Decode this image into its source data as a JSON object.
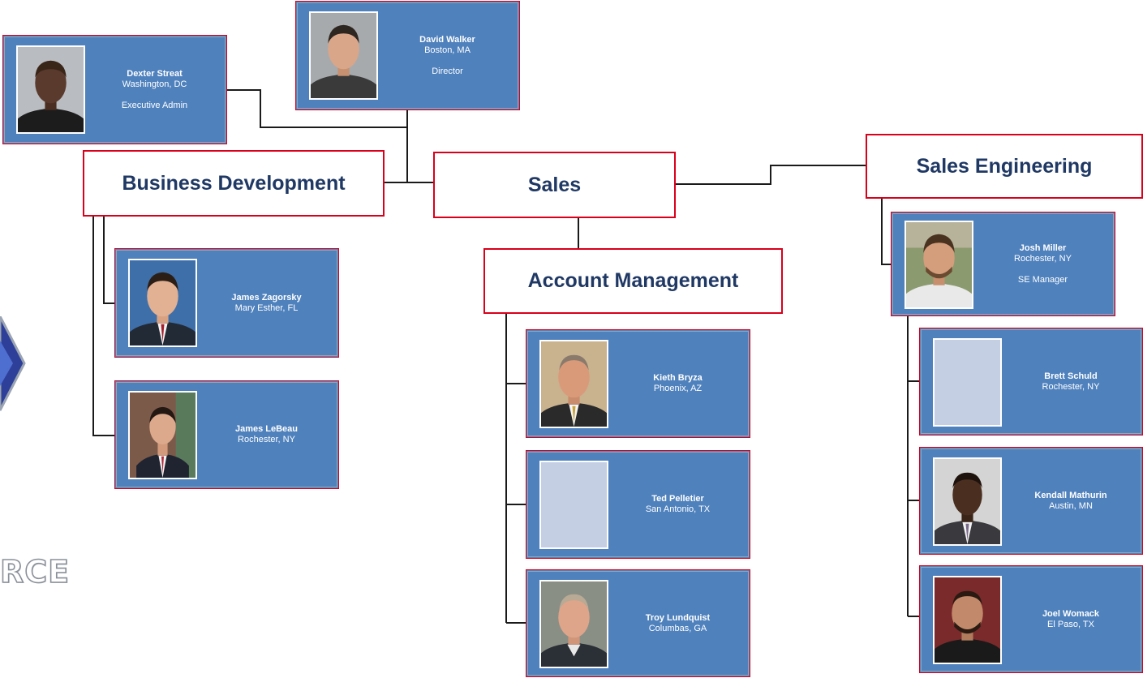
{
  "departments": {
    "sales": "Sales",
    "business_development": "Business Development",
    "sales_engineering": "Sales Engineering",
    "account_management": "Account Management"
  },
  "people": {
    "david_walker": {
      "name": "David Walker",
      "location": "Boston, MA",
      "title": "Director"
    },
    "dexter_streat": {
      "name": "Dexter Streat",
      "location": "Washington, DC",
      "title": "Executive Admin"
    },
    "james_zagorsky": {
      "name": "James Zagorsky",
      "location": "Mary Esther, FL"
    },
    "james_lebeau": {
      "name": "James LeBeau",
      "location": "Rochester, NY"
    },
    "kieth_bryza": {
      "name": "Kieth Bryza",
      "location": "Phoenix, AZ"
    },
    "ted_pelletier": {
      "name": "Ted Pelletier",
      "location": "San Antonio, TX"
    },
    "troy_lundquist": {
      "name": "Troy Lundquist",
      "location": "Columbas, GA"
    },
    "josh_miller": {
      "name": "Josh Miller",
      "location": "Rochester, NY",
      "title": "SE Manager"
    },
    "brett_schuld": {
      "name": "Brett Schuld",
      "location": "Rochester, NY"
    },
    "kendall_mathurin": {
      "name": "Kendall Mathurin",
      "location": "Austin, MN"
    },
    "joel_womack": {
      "name": "Joel Womack",
      "location": "El Paso, TX"
    }
  },
  "logo": {
    "text": "RCE"
  },
  "colors": {
    "card_fill": "#4f81bd",
    "card_border": "#d9001b",
    "dept_text": "#1f3864",
    "connector": "#1a1a1a",
    "photo_placeholder": "#c5cfe3"
  }
}
